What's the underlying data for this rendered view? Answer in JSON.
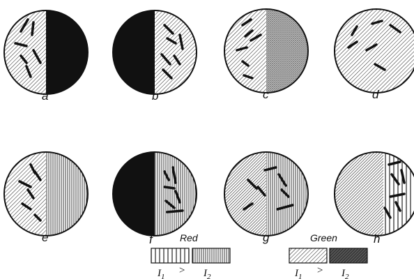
{
  "panels": [
    {
      "label": "a",
      "fill": "diag-light | black",
      "group": "Red"
    },
    {
      "label": "b",
      "fill": "black | diag-light",
      "group": "Red"
    },
    {
      "label": "c",
      "fill": "diag-light | dark-stipple",
      "group": "Green"
    },
    {
      "label": "d",
      "fill": "diag-light",
      "group": "Green"
    },
    {
      "label": "e",
      "fill": "diag-light | vertical",
      "group": "Red"
    },
    {
      "label": "f",
      "fill": "black | vertical",
      "group": "Red"
    },
    {
      "label": "g",
      "fill": "diag | vertical",
      "group": "Green"
    },
    {
      "label": "h",
      "fill": "diag | white-vertical",
      "group": "Green"
    }
  ],
  "legend": {
    "red": {
      "title": "Red",
      "i1": "I",
      "i1_sub": "1",
      "relation": ">",
      "i2": "I",
      "i2_sub": "2"
    },
    "green": {
      "title": "Green",
      "i1": "I",
      "i1_sub": "1",
      "relation": ">",
      "i2": "I",
      "i2_sub": "2"
    }
  },
  "colors": {
    "ink": "#111111",
    "paper": "#ffffff"
  }
}
